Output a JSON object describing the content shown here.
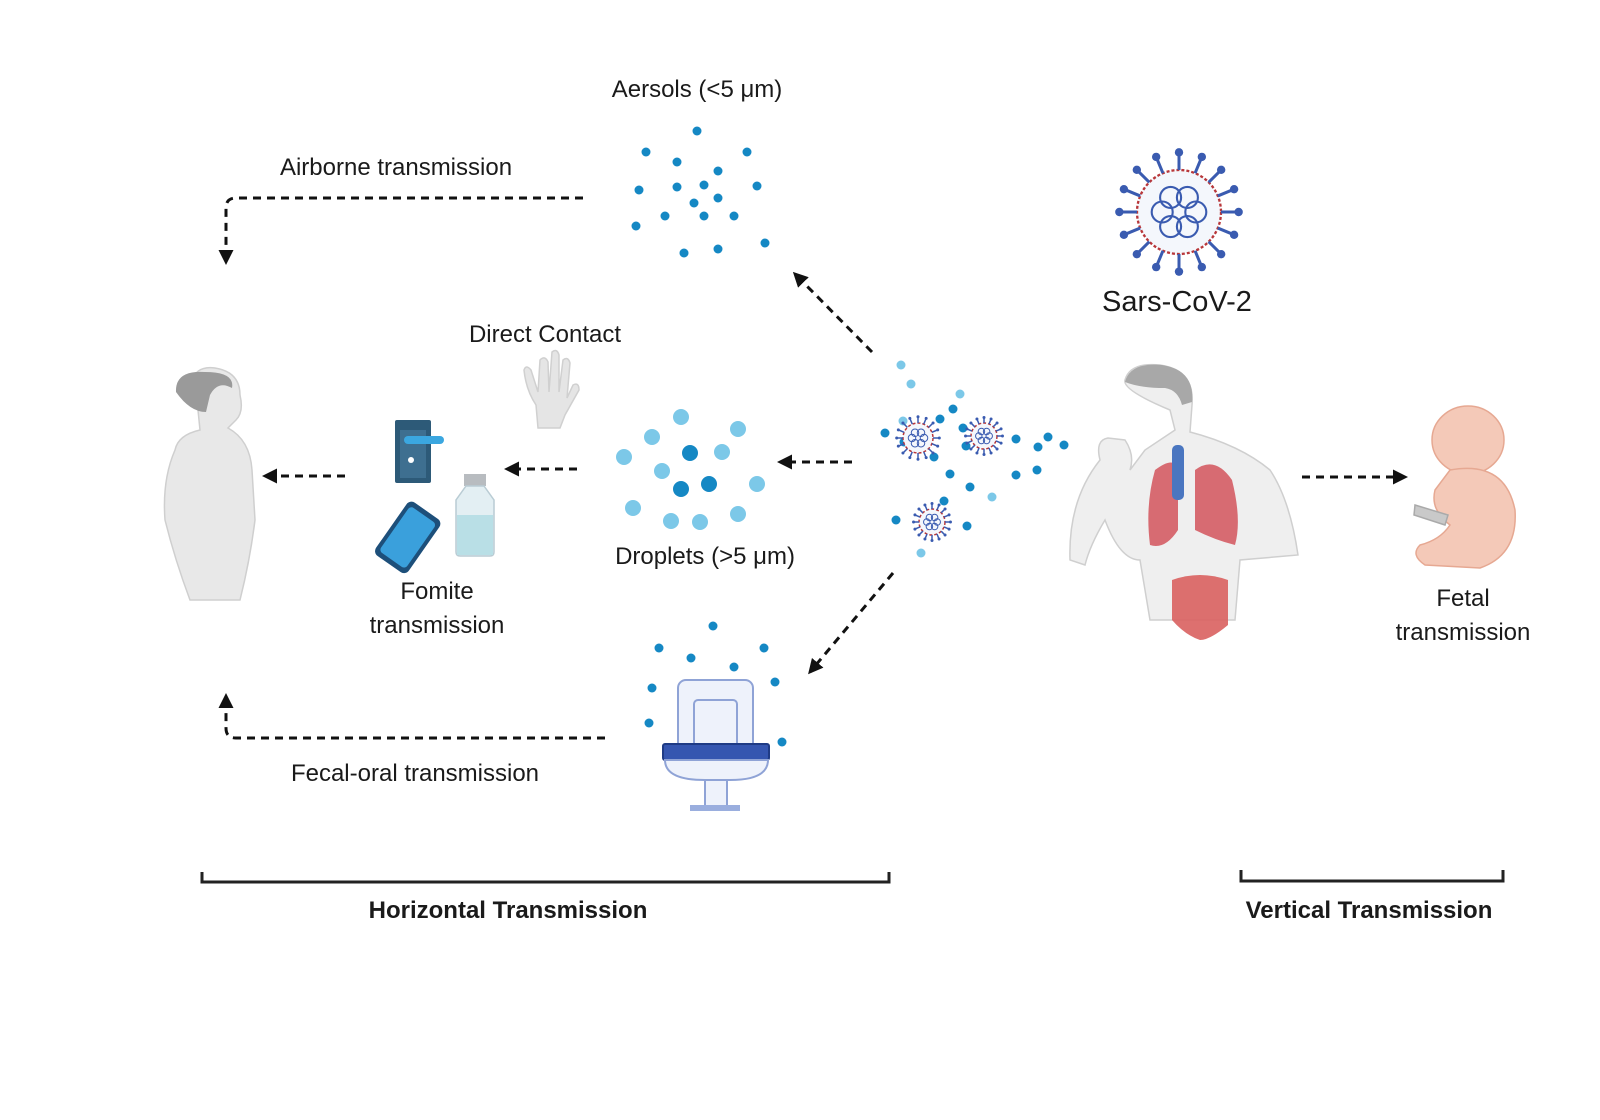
{
  "labels": {
    "aerosols": "Aersols (<5 μm)",
    "airborne": "Airborne transmission",
    "virus": "Sars-CoV-2",
    "direct_contact": "Direct Contact",
    "droplets": "Droplets (>5 μm)",
    "fomite_line1": "Fomite",
    "fomite_line2": "transmission",
    "fetal_line1": "Fetal",
    "fetal_line2": "transmission",
    "fecal_oral": "Fecal-oral transmission",
    "horizontal": "Horizontal Transmission",
    "vertical": "Vertical Transmission"
  },
  "colors": {
    "droplet_dark": "#1588c4",
    "droplet_light": "#7cc8e8",
    "virus_blue": "#3a5bb0",
    "virus_red": "#b8373a",
    "skin_gray": "#e6e6e6",
    "lung_red": "#d2545c",
    "fetus_pink": "#f2c4b4"
  }
}
